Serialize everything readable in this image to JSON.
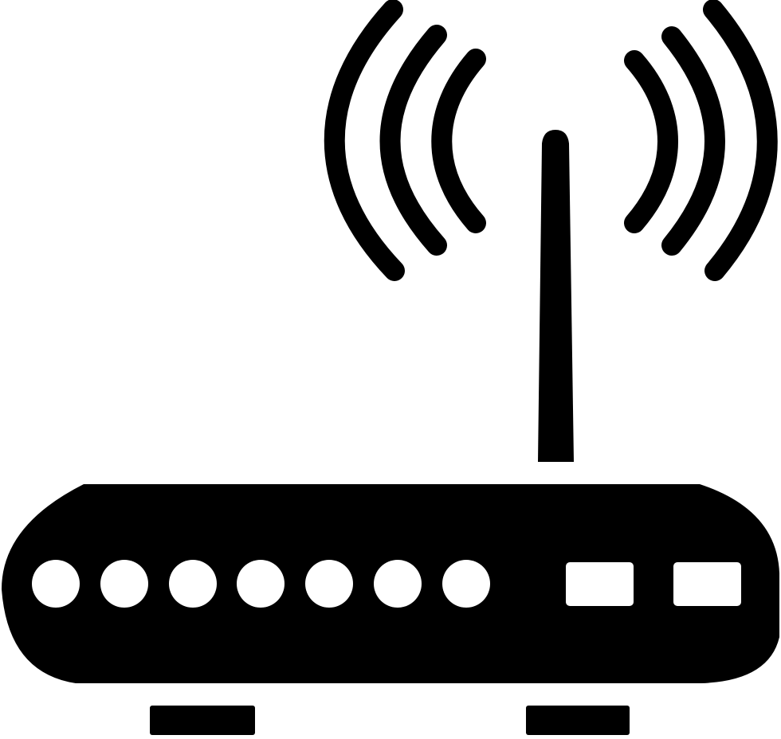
{
  "icon": {
    "name": "wifi-router-icon",
    "foreground_color": "#000000",
    "background_color": "#ffffff",
    "led_count": 7,
    "port_count": 2,
    "signal_wave_count_per_side": 3
  }
}
